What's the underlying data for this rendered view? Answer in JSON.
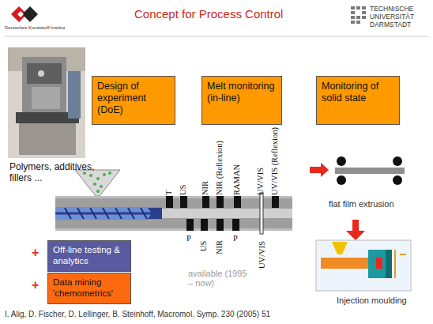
{
  "diagram": {
    "title": "Concept for Process Control",
    "nodes": [
      {
        "text": [
          "Design of experiment (DoE)"
        ]
      },
      {
        "text": [
          "Melt monitoring (in-line)"
        ]
      },
      {
        "text": [
          "Monitoring of solid state"
        ]
      },
      {
        "text": [
          "Off-line testing & analytics"
        ]
      },
      {
        "text": [
          "Data mining 'chemometrics'"
        ]
      }
    ],
    "labels": [
      "Deutsches Kunststoff-Institut",
      "TECHNISCHE UNIVERSITÄT DARMSTADT",
      "Polymers, additives, fillers ...",
      "T",
      "US",
      "NIR",
      "NIR (Reflexion)",
      "RAMAN",
      "UV/VIS",
      "UV/VIS (Reflexion)",
      "P",
      "US",
      "NIR",
      "P",
      "UV/VIS",
      "flat film extrusion",
      "Injection moulding",
      "+",
      "+",
      "available (1995 – now)",
      "I. Alig, D. Fischer, D. Lellinger, B. Steinhoff, Macromol. Symp. 230 (2005) 51"
    ]
  }
}
